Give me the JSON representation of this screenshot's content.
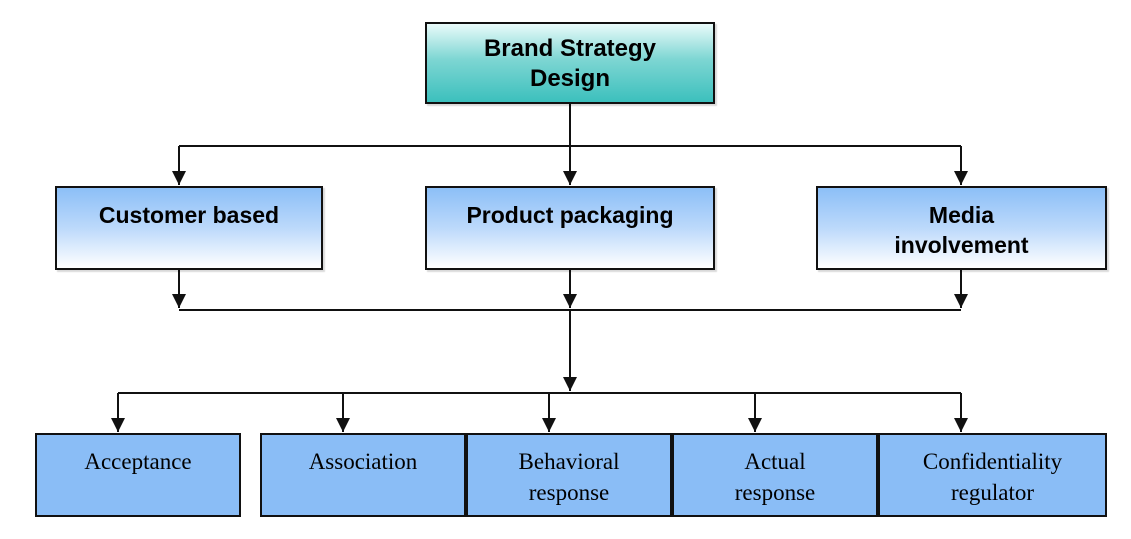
{
  "diagram": {
    "title": "Brand Strategy Design",
    "root": {
      "lines": [
        "Brand Strategy",
        "Design"
      ]
    },
    "middle": [
      {
        "id": "customer",
        "lines": [
          "Customer based"
        ]
      },
      {
        "id": "product",
        "lines": [
          "Product packaging"
        ]
      },
      {
        "id": "media",
        "lines": [
          "Media",
          "involvement"
        ]
      }
    ],
    "leaves": [
      {
        "id": "acceptance",
        "lines": [
          "Acceptance"
        ]
      },
      {
        "id": "association",
        "lines": [
          "Association"
        ]
      },
      {
        "id": "behavioral",
        "lines": [
          "Behavioral",
          "response"
        ]
      },
      {
        "id": "actual",
        "lines": [
          "Actual",
          "response"
        ]
      },
      {
        "id": "confidentiality",
        "lines": [
          "Confidentiality",
          "regulator"
        ]
      }
    ],
    "edges": [
      [
        "root",
        "customer"
      ],
      [
        "root",
        "product"
      ],
      [
        "root",
        "media"
      ],
      [
        "customer",
        "merge"
      ],
      [
        "product",
        "merge"
      ],
      [
        "media",
        "merge"
      ],
      [
        "merge",
        "acceptance"
      ],
      [
        "merge",
        "association"
      ],
      [
        "merge",
        "behavioral"
      ],
      [
        "merge",
        "actual"
      ],
      [
        "merge",
        "confidentiality"
      ]
    ],
    "colors": {
      "root_fill": "#3cc0bd",
      "middle_fill": "#8cbff7",
      "leaf_fill": "#8abdf6",
      "line": "#111111"
    }
  }
}
